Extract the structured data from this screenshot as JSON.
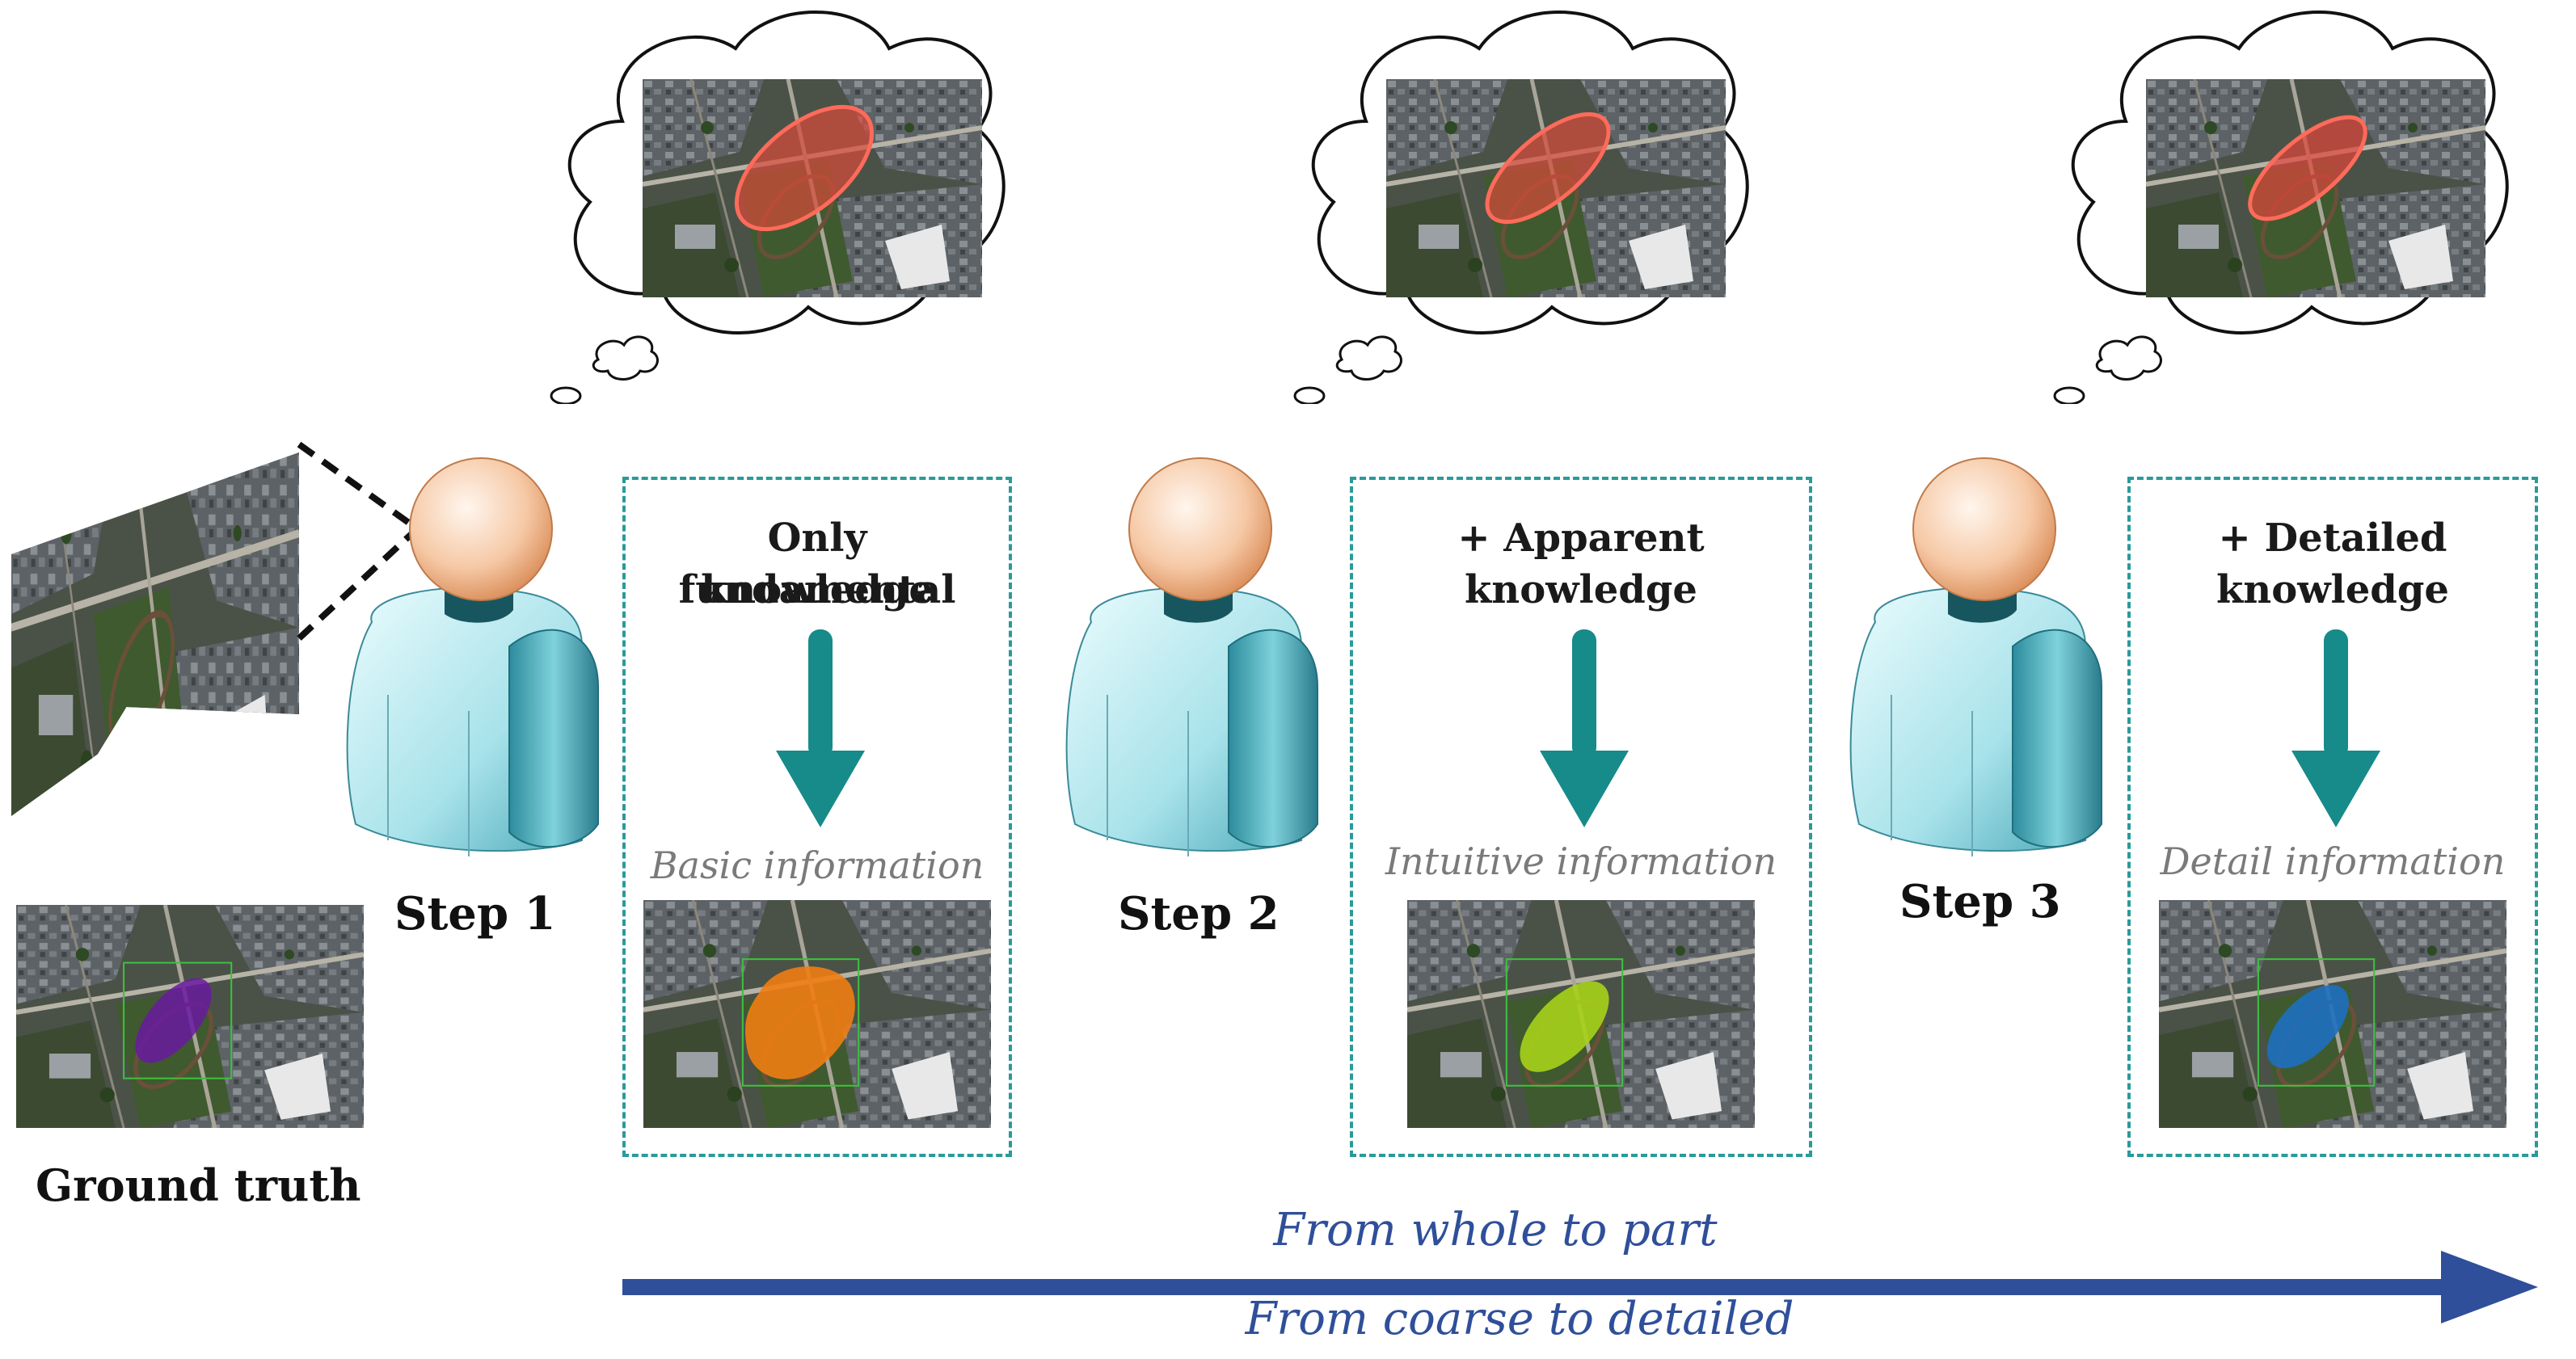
{
  "ground_truth": {
    "label": "Ground truth"
  },
  "steps": [
    {
      "label": "Step 1",
      "knowledge": [
        "Only fundamental",
        "knowledge"
      ],
      "info": "Basic information",
      "thought_color": "#d84a3a",
      "result_color": "#f07d12"
    },
    {
      "label": "Step 2",
      "knowledge": [
        "+ Apparent",
        "knowledge"
      ],
      "info": "Intuitive information",
      "thought_color": "#d84a3a",
      "result_color": "#a6d11a"
    },
    {
      "label": "Step 3",
      "knowledge": [
        "+ Detailed",
        "knowledge"
      ],
      "info": "Detail information",
      "thought_color": "#e0453a",
      "result_color": "#1e6fc0"
    }
  ],
  "flow": {
    "top": "From whole to part",
    "bottom": "From coarse to detailed"
  },
  "colors": {
    "teal": "#178a8a",
    "flow_arrow": "#2f4f9a",
    "gt_mask": "#6a1aa0"
  },
  "icons": {
    "person": "person-icon",
    "thought": "thought-bubble-icon",
    "arrow": "arrow-down-icon"
  }
}
